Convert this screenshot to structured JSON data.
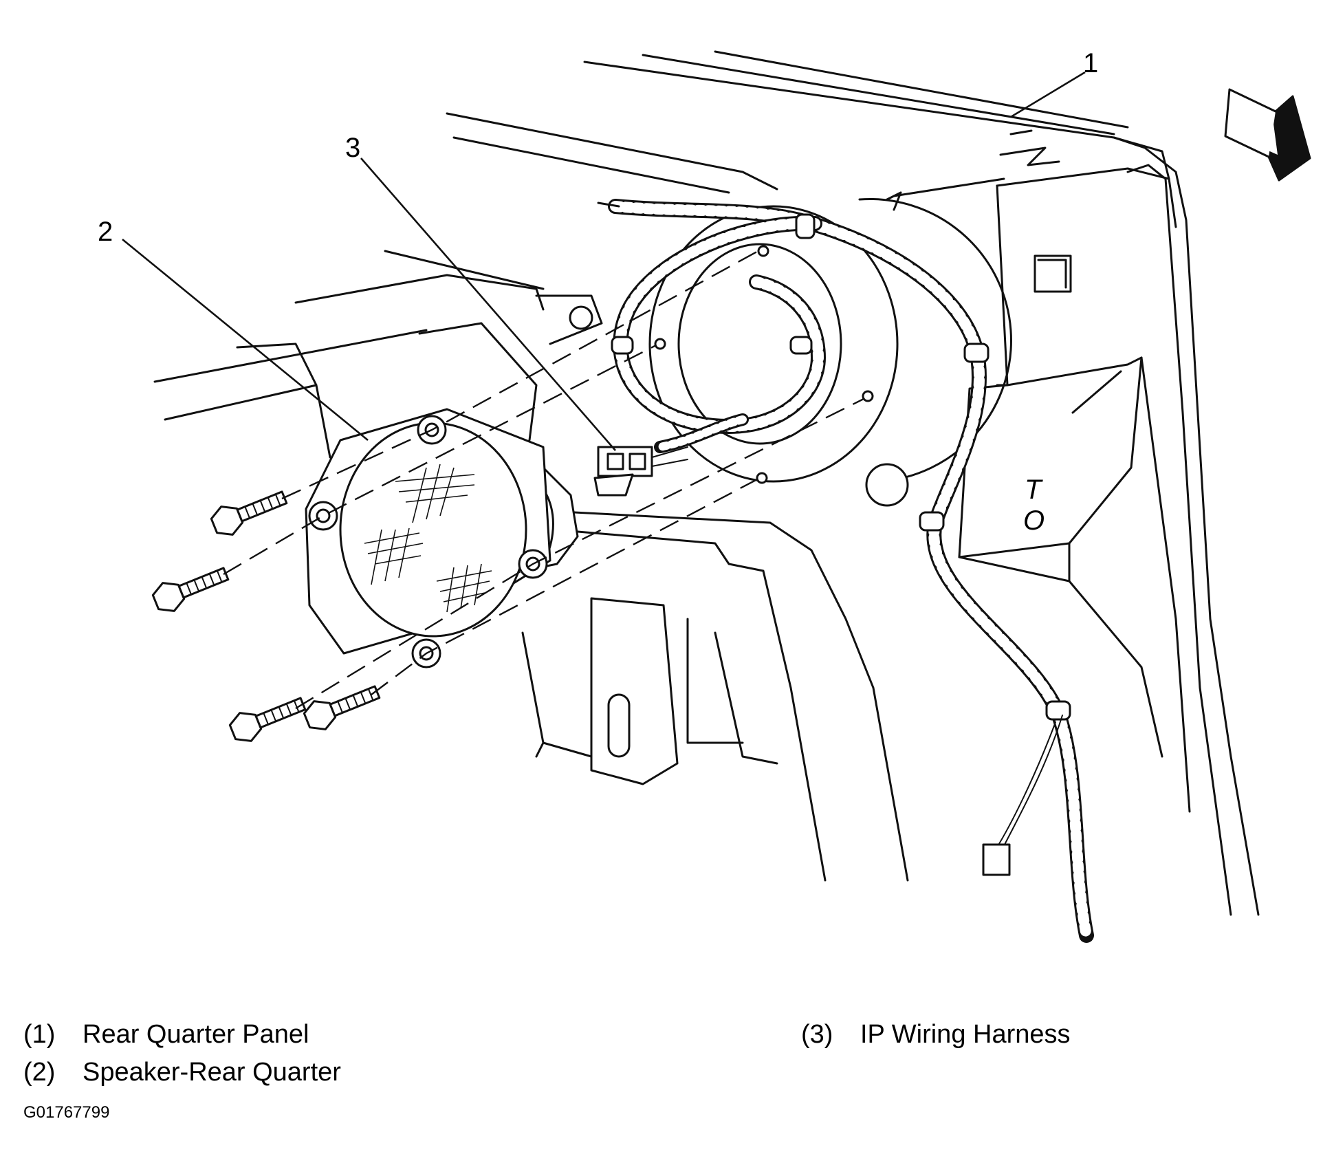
{
  "callouts": [
    {
      "num": "1",
      "label": "Rear Quarter Panel"
    },
    {
      "num": "2",
      "label": "Speaker-Rear Quarter"
    },
    {
      "num": "3",
      "label": "IP Wiring Harness"
    }
  ],
  "legend": [
    {
      "num": "(1)",
      "label": "Rear Quarter Panel"
    },
    {
      "num": "(2)",
      "label": "Speaker-Rear Quarter"
    },
    {
      "num": "(3)",
      "label": "IP Wiring Harness"
    }
  ],
  "panel_stamp": "T O",
  "figure_id": "G01767799"
}
